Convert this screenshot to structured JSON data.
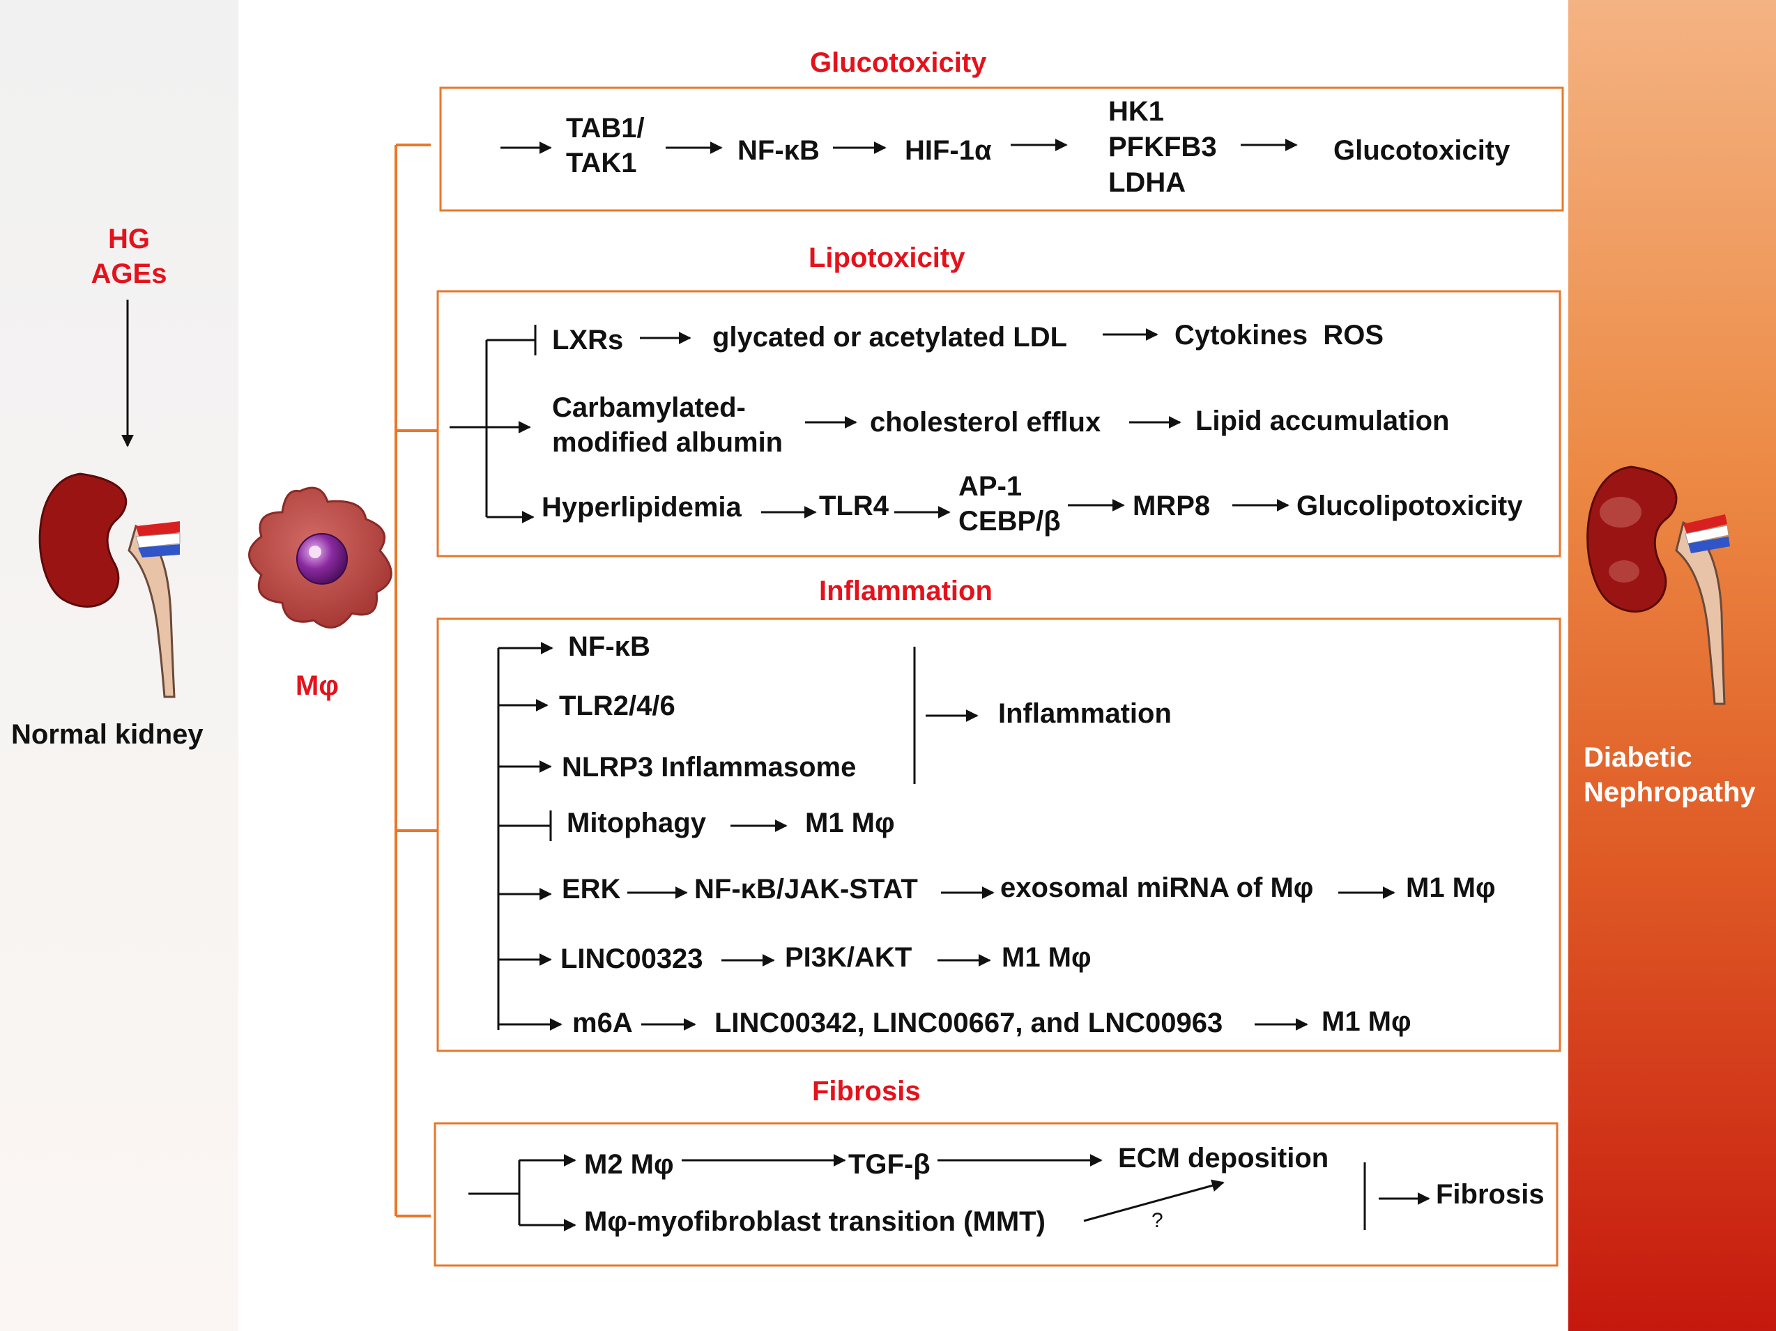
{
  "colors": {
    "accent_red": "#e4121b",
    "box_orange": "#e8772b",
    "kidney_normal": "#9b1414",
    "dn_gradient_top": "#f4b383",
    "dn_gradient_bottom": "#c5180e"
  },
  "left": {
    "stimulus": "HG\nAGEs",
    "kidney_label": "Normal kidney",
    "macrophage_label": "Mφ"
  },
  "right": {
    "label": "Diabetic\nNephropathy"
  },
  "glucotoxicity": {
    "title": "Glucotoxicity",
    "tab": "TAB1/\nTAK1",
    "nfkb": "NF-κB",
    "hif": "HIF-1α",
    "enzymes": "HK1\nPFKFB3\nLDHA",
    "outcome": "Glucotoxicity"
  },
  "lipotoxicity": {
    "title": "Lipotoxicity",
    "lxrs": "LXRs",
    "ldl": "glycated or acetylated LDL",
    "cytokines": "Cytokines  ROS",
    "albumin": "Carbamylated-\nmodified albumin",
    "efflux": "cholesterol efflux",
    "lipid": "Lipid accumulation",
    "hyper": "Hyperlipidemia",
    "tlr4": "TLR4",
    "ap1": "AP-1\nCEBP/β",
    "mrp8": "MRP8",
    "gluco": "Glucolipotoxicity"
  },
  "inflammation": {
    "title": "Inflammation",
    "nfkb": "NF-κB",
    "tlr": "TLR2/4/6",
    "nlrp3": "NLRP3 Inflammasome",
    "outcome": "Inflammation",
    "mitophagy": "Mitophagy",
    "m1": "M1 Mφ",
    "erk": "ERK",
    "jak": "NF-κB/JAK-STAT",
    "exo": "exosomal miRNA of Mφ",
    "linc323": "LINC00323",
    "pi3k": "PI3K/AKT",
    "m6a": "m6A",
    "lincs": "LINC00342, LINC00667, and LNC00963"
  },
  "fibrosis": {
    "title": "Fibrosis",
    "m2": "M2 Mφ",
    "tgf": "TGF-β",
    "ecm": "ECM deposition",
    "mmt": "Mφ-myofibroblast transition (MMT)",
    "question": "?",
    "outcome": "Fibrosis"
  }
}
